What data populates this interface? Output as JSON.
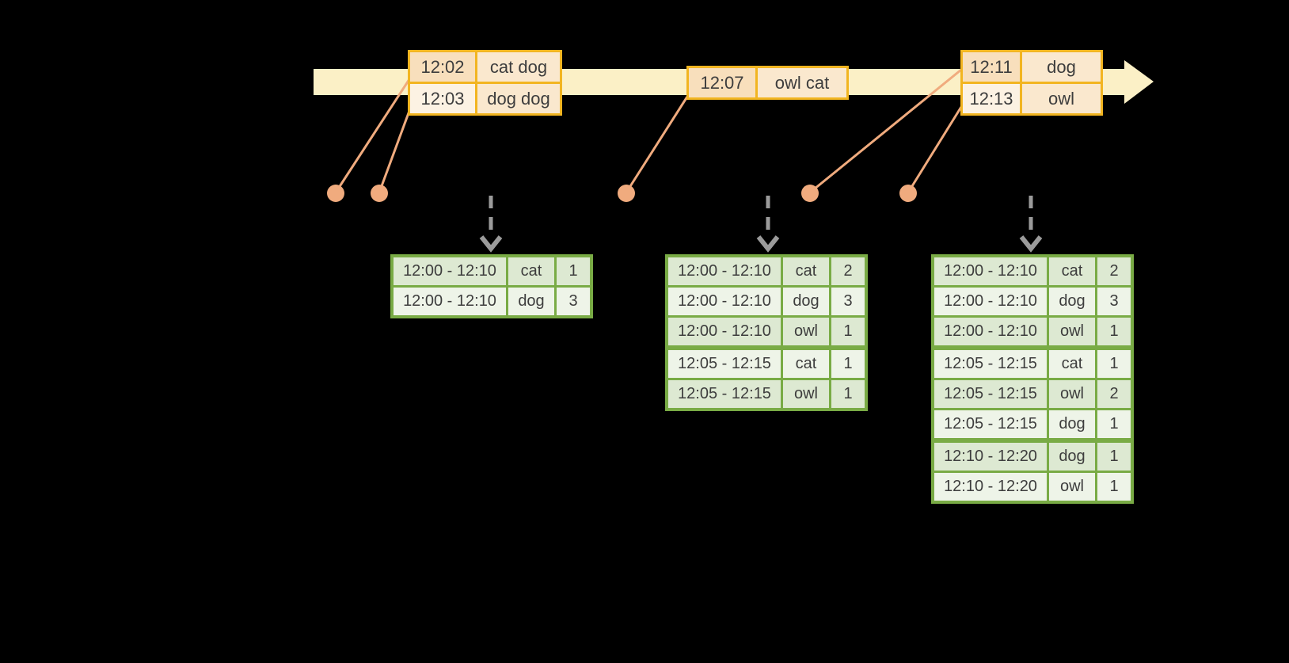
{
  "palette": {
    "background": "#000000",
    "timeline_fill": "#fbf0c6",
    "event_table_border": "#f2b521",
    "event_cell_dark": "#f8dfbc",
    "event_cell_mid": "#fae8ce",
    "event_cell_light": "#fcf2e3",
    "event_dot": "#f0ab7e",
    "connector_line": "#f0ab7e",
    "trigger_arrow": "#9b9b9b",
    "result_table_border": "#79ab45",
    "result_row_dark": "#dde9d2",
    "result_row_light": "#eef4e8",
    "text": "#3d3d3d"
  },
  "event_tables": [
    {
      "rows": [
        {
          "time": "12:02",
          "words": "cat dog"
        },
        {
          "time": "12:03",
          "words": "dog dog"
        }
      ]
    },
    {
      "rows": [
        {
          "time": "12:07",
          "words": "owl cat"
        }
      ]
    },
    {
      "rows": [
        {
          "time": "12:11",
          "words": "dog"
        },
        {
          "time": "12:13",
          "words": "owl"
        }
      ]
    }
  ],
  "result_tables": [
    {
      "rows": [
        {
          "window": "12:00 - 12:10",
          "word": "cat",
          "count": "1"
        },
        {
          "window": "12:00 - 12:10",
          "word": "dog",
          "count": "3"
        }
      ]
    },
    {
      "rows": [
        {
          "window": "12:00 - 12:10",
          "word": "cat",
          "count": "2"
        },
        {
          "window": "12:00 - 12:10",
          "word": "dog",
          "count": "3"
        },
        {
          "window": "12:00 - 12:10",
          "word": "owl",
          "count": "1"
        },
        {
          "window": "12:05 - 12:15",
          "word": "cat",
          "count": "1"
        },
        {
          "window": "12:05 - 12:15",
          "word": "owl",
          "count": "1"
        }
      ]
    },
    {
      "rows": [
        {
          "window": "12:00 - 12:10",
          "word": "cat",
          "count": "2"
        },
        {
          "window": "12:00 - 12:10",
          "word": "dog",
          "count": "3"
        },
        {
          "window": "12:00 - 12:10",
          "word": "owl",
          "count": "1"
        },
        {
          "window": "12:05 - 12:15",
          "word": "cat",
          "count": "1"
        },
        {
          "window": "12:05 - 12:15",
          "word": "owl",
          "count": "2"
        },
        {
          "window": "12:05 - 12:15",
          "word": "dog",
          "count": "1"
        },
        {
          "window": "12:10 - 12:20",
          "word": "dog",
          "count": "1"
        },
        {
          "window": "12:10 - 12:20",
          "word": "owl",
          "count": "1"
        }
      ]
    }
  ]
}
